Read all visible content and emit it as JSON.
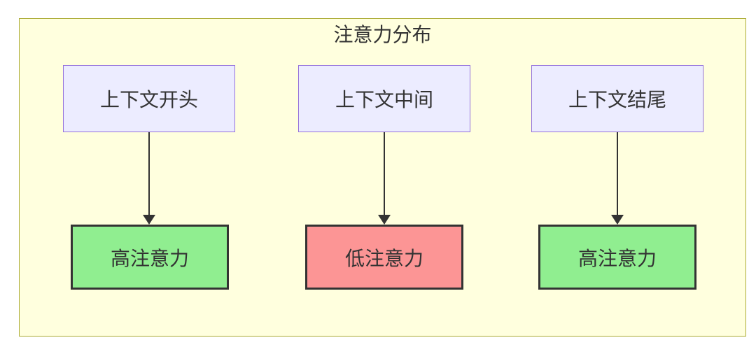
{
  "diagram": {
    "title": "注意力分布",
    "colors": {
      "canvas_fill": "#FFFFDE",
      "canvas_border": "#AAAA33",
      "context_fill": "#ECECFF",
      "context_border": "#9370DB",
      "high_fill": "#90EE90",
      "low_fill": "#FC9595",
      "result_border": "#333333",
      "arrow": "#333333",
      "text": "#333333"
    },
    "nodes": {
      "top": [
        {
          "id": "context-start",
          "label": "上下文开头"
        },
        {
          "id": "context-middle",
          "label": "上下文中间"
        },
        {
          "id": "context-end",
          "label": "上下文结尾"
        }
      ],
      "bottom": [
        {
          "id": "high-attention-1",
          "kind": "high",
          "label": "高注意力"
        },
        {
          "id": "low-attention",
          "kind": "low",
          "label": "低注意力"
        },
        {
          "id": "high-attention-2",
          "kind": "high",
          "label": "高注意力"
        }
      ]
    },
    "edges": [
      {
        "from": "context-start",
        "to": "high-attention-1"
      },
      {
        "from": "context-middle",
        "to": "low-attention"
      },
      {
        "from": "context-end",
        "to": "high-attention-2"
      }
    ]
  }
}
